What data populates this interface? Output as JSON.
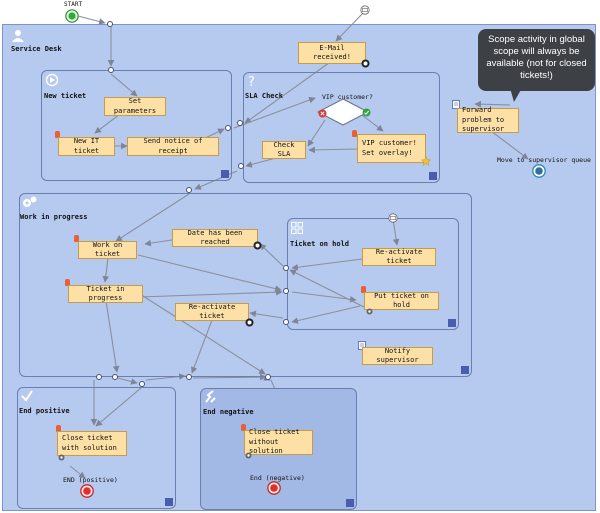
{
  "start_label": "START",
  "service_desk": {
    "title": "Service Desk"
  },
  "email_received": "E-Mail received!",
  "new_ticket": {
    "title": "New ticket",
    "set_parameters": "Set parameters",
    "new_it_ticket": "New IT ticket",
    "send_notice": "Send notice of receipt"
  },
  "sla_check": {
    "title": "SLA Check",
    "vip_question": "VIP customer?",
    "check_sla": "Check SLA",
    "vip_set_overlay": "VIP customer! Set overlay!"
  },
  "tooltip": "Scope activity in global scope will always be available (not for closed tickets!)",
  "forward_problem": "Forward problem to supervisor",
  "move_supervisor": "Move to supervisor queue",
  "work_in_progress": {
    "title": "Work in progress",
    "work_on_ticket": "Work on ticket",
    "date_reached": "Date has been reached",
    "ticket_in_progress": "Ticket in progress",
    "reactivate_ticket": "Re-activate ticket"
  },
  "ticket_on_hold": {
    "title": "Ticket on hold",
    "reactivate_ticket": "Re-activate ticket",
    "put_on_hold": "Put ticket on hold"
  },
  "notify_supervisor": "Notify supervisor",
  "end_positive": {
    "title": "End positive",
    "close_with_solution": "Close ticket with solution",
    "end_label": "END (positive)"
  },
  "end_negative": {
    "title": "End negative",
    "close_without_solution": "Close ticket without solution",
    "end_label": "End (negative)"
  }
}
